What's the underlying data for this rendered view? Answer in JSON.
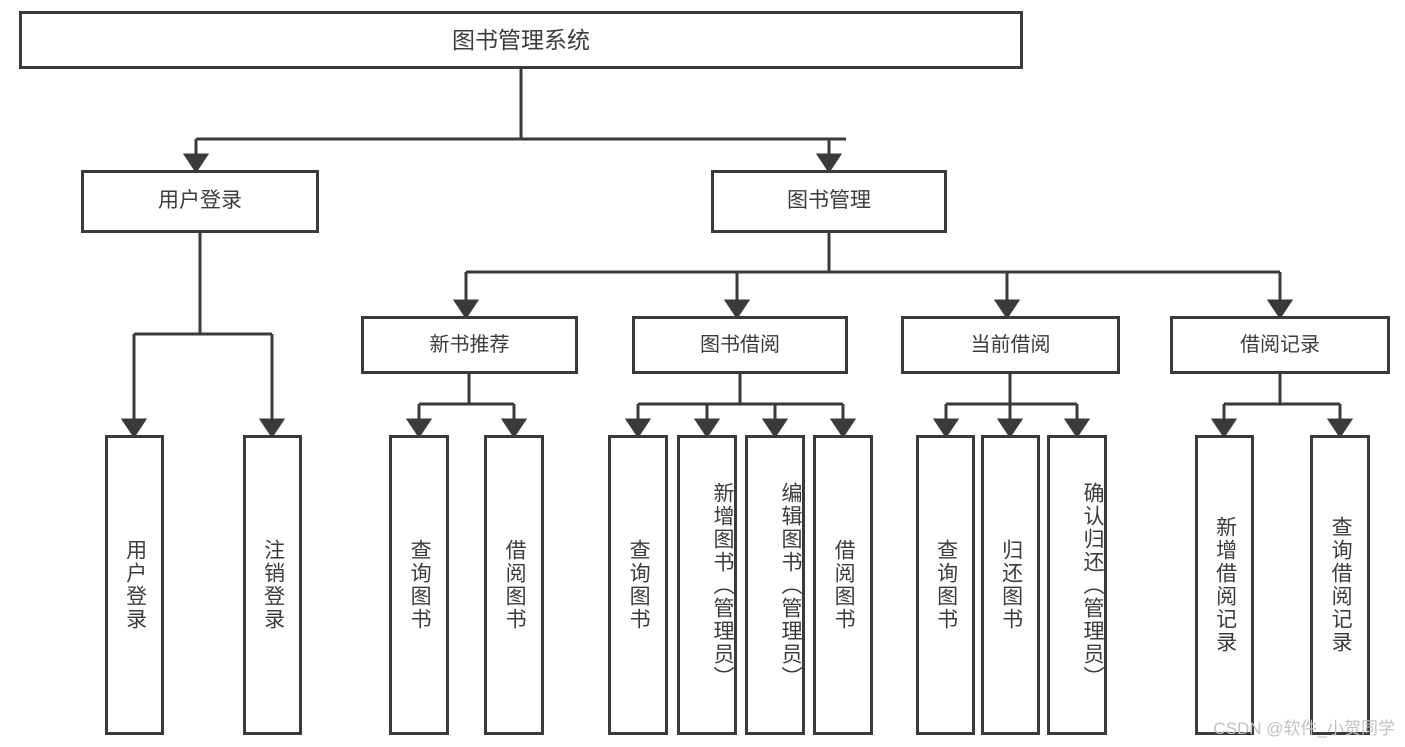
{
  "diagram": {
    "title": "图书管理系统",
    "type": "tree-hierarchy",
    "root": {
      "label": "图书管理系统"
    },
    "level1": [
      {
        "label": "用户登录"
      },
      {
        "label": "图书管理"
      }
    ],
    "level2": [
      {
        "label": "新书推荐"
      },
      {
        "label": "图书借阅"
      },
      {
        "label": "当前借阅"
      },
      {
        "label": "借阅记录"
      }
    ],
    "leaves": {
      "user_login": [
        {
          "label": "用户登录"
        },
        {
          "label": "注销登录"
        }
      ],
      "new_book_recommend": [
        {
          "label": "查询图书"
        },
        {
          "label": "借阅图书"
        }
      ],
      "book_borrow": [
        {
          "label": "查询图书"
        },
        {
          "label": "新增图书（管理员）"
        },
        {
          "label": "编辑图书（管理员）"
        },
        {
          "label": "借阅图书"
        }
      ],
      "current_borrow": [
        {
          "label": "查询图书"
        },
        {
          "label": "归还图书"
        },
        {
          "label": "确认归还（管理员）"
        }
      ],
      "borrow_record": [
        {
          "label": "新增借阅记录"
        },
        {
          "label": "查询借阅记录"
        }
      ]
    }
  },
  "watermark": {
    "text": "CSDN @软件_小贺同学"
  },
  "colors": {
    "stroke": "#3a3a3a",
    "text": "#3c3c3c",
    "background": "#ffffff",
    "watermark": "#c2c2c2"
  }
}
